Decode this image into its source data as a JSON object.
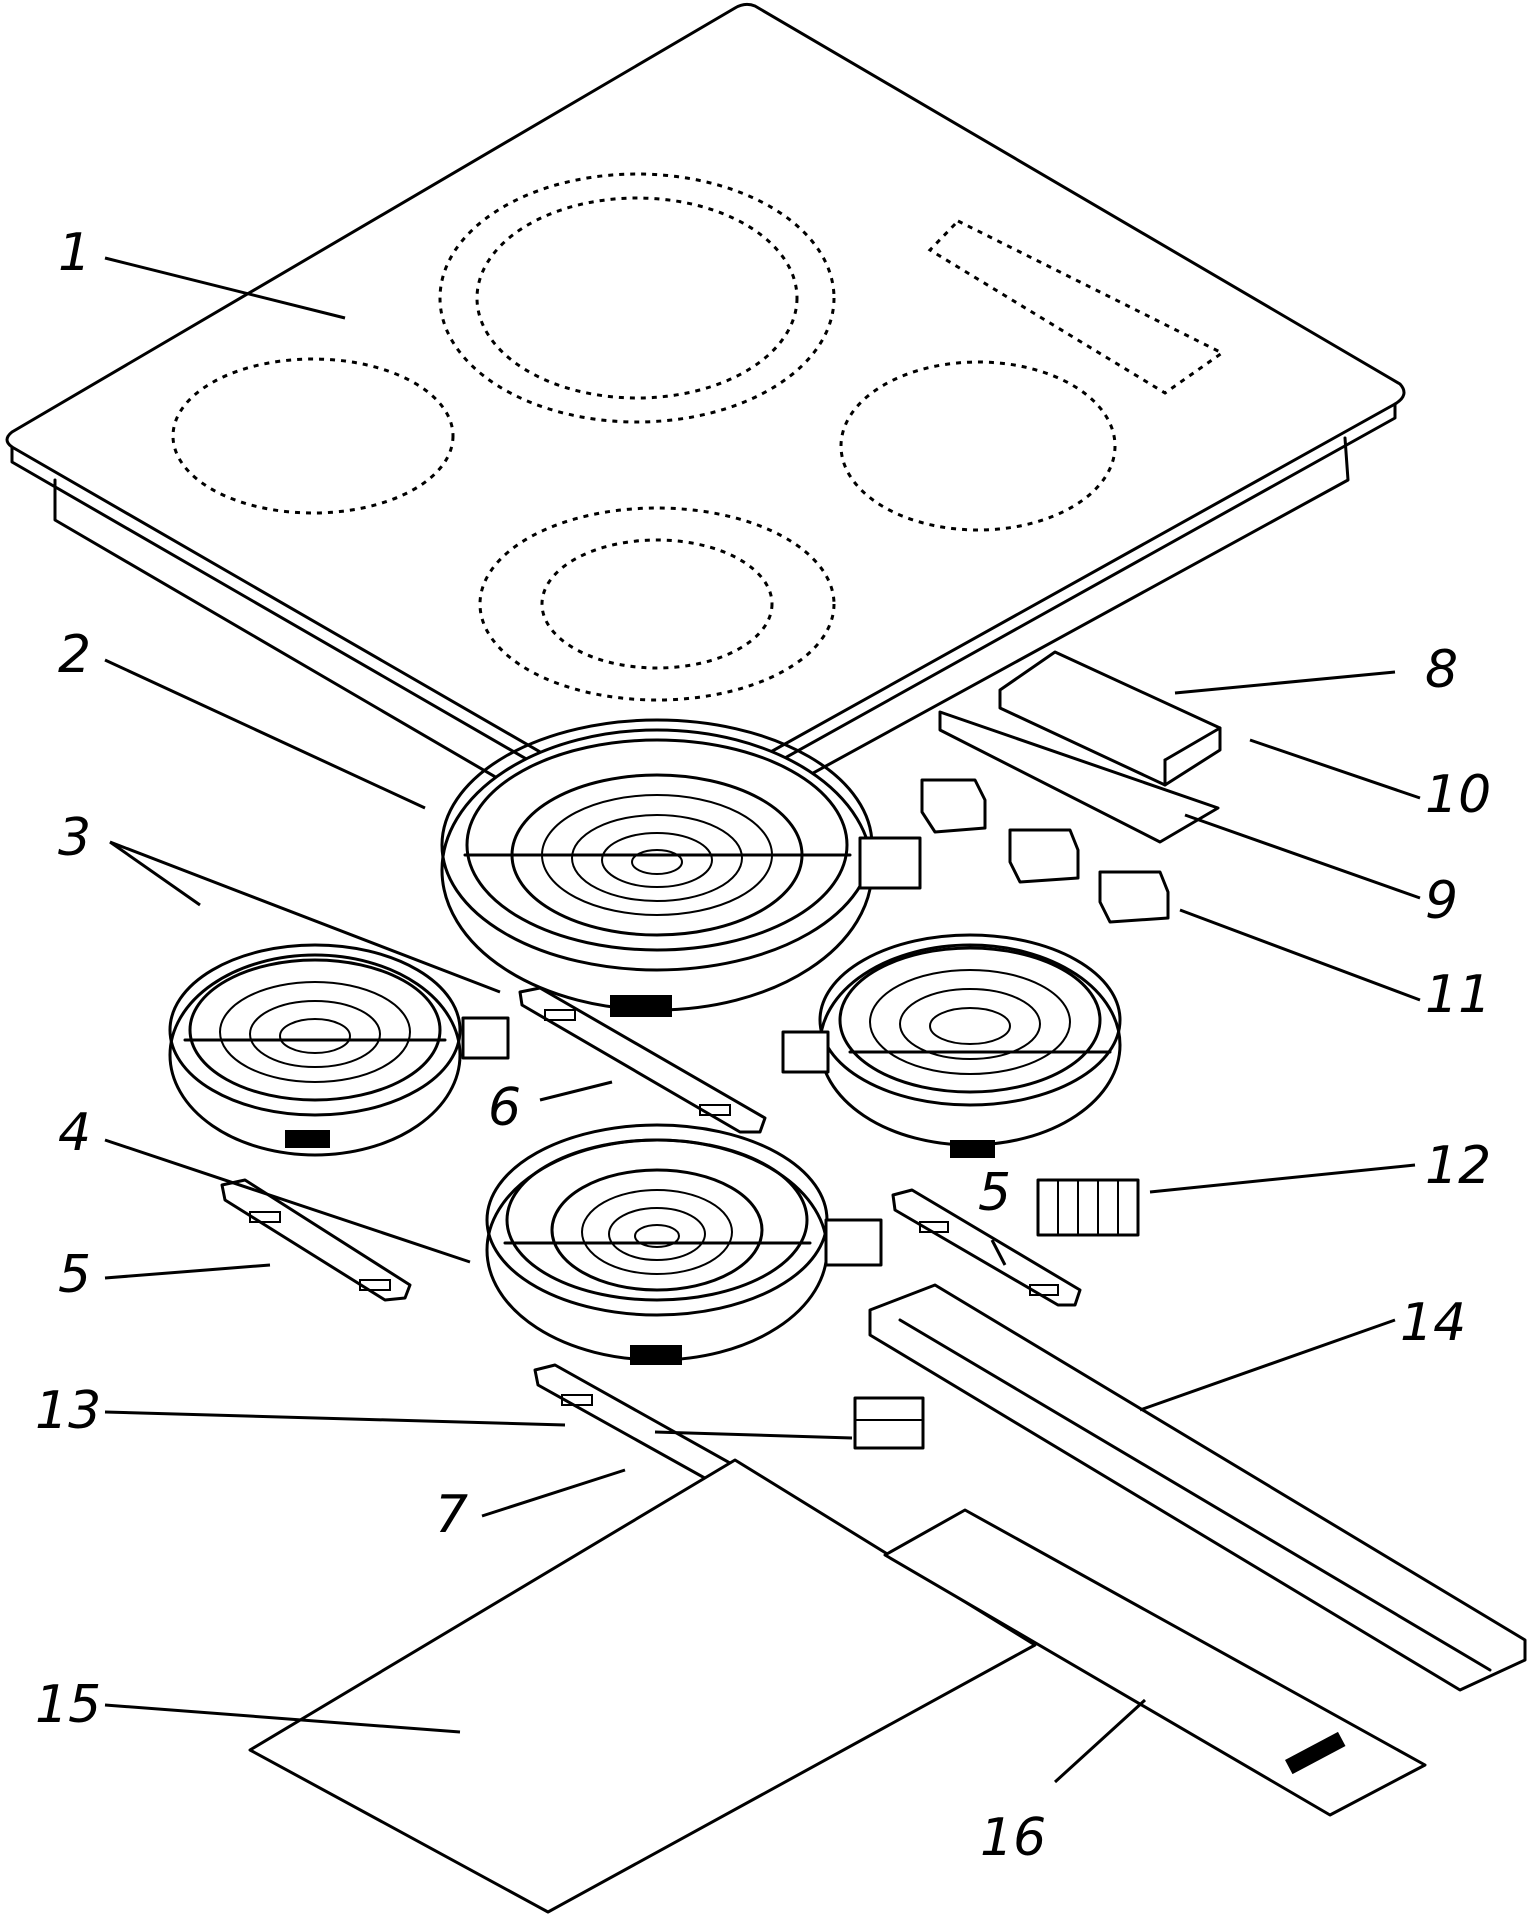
{
  "labels": {
    "l1": "1",
    "l2": "2",
    "l3": "3",
    "l4": "4",
    "l5a": "5",
    "l5b": "5",
    "l6": "6",
    "l7": "7",
    "l8": "8",
    "l9": "9",
    "l10": "10",
    "l11": "11",
    "l12": "12",
    "l13": "13",
    "l14": "14",
    "l15": "15",
    "l16": "16"
  }
}
